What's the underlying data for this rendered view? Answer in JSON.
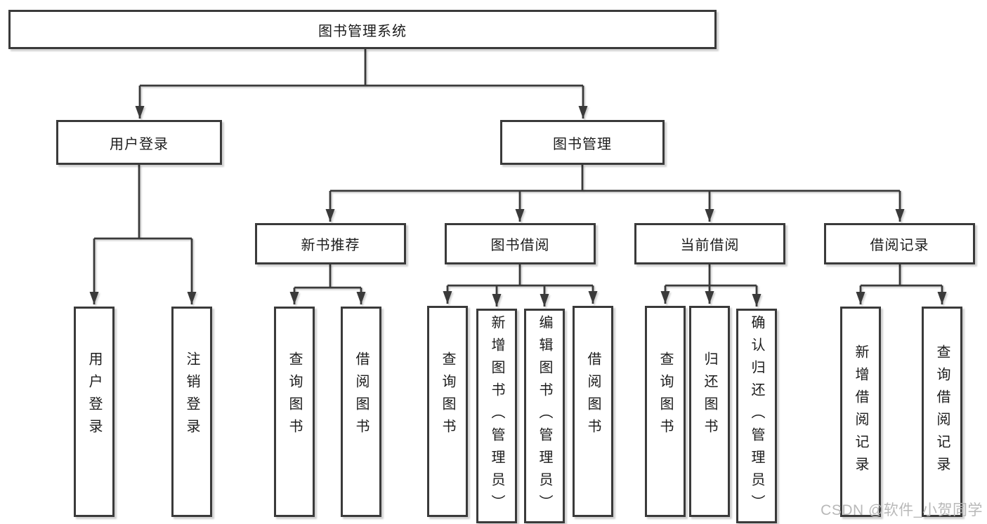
{
  "watermark": "CSDN @软件_小贺同学",
  "colors": {
    "background": "#ffffff",
    "line": "#3a3a3a",
    "box_border": "#3a3a3a",
    "text": "#1c1c1c",
    "watermark": "#b5b5b5"
  },
  "nodes": {
    "root": {
      "label": "图书管理系统"
    },
    "user_login": {
      "label": "用户登录"
    },
    "book_management": {
      "label": "图书管理"
    },
    "new_book_recommend": {
      "label": "新书推荐"
    },
    "book_borrow": {
      "label": "图书借阅"
    },
    "current_borrow": {
      "label": "当前借阅"
    },
    "borrow_record": {
      "label": "借阅记录"
    },
    "leaf_user_login": {
      "label": "用户登录"
    },
    "leaf_logout": {
      "label": "注销登录"
    },
    "leaf_rec_query_book": {
      "label": "查询图书"
    },
    "leaf_rec_borrow_book": {
      "label": "借阅图书"
    },
    "leaf_bb_query_book": {
      "label": "查询图书"
    },
    "leaf_bb_add_book": {
      "label": "新增图书（管理员）"
    },
    "leaf_bb_edit_book": {
      "label": "编辑图书（管理员）"
    },
    "leaf_bb_borrow_book": {
      "label": "借阅图书"
    },
    "leaf_cb_query_book": {
      "label": "查询图书"
    },
    "leaf_cb_return_book": {
      "label": "归还图书"
    },
    "leaf_cb_confirm_return": {
      "label": "确认归还（管理员）"
    },
    "leaf_br_add_record": {
      "label": "新增借阅记录"
    },
    "leaf_br_query_record": {
      "label": "查询借阅记录"
    }
  }
}
